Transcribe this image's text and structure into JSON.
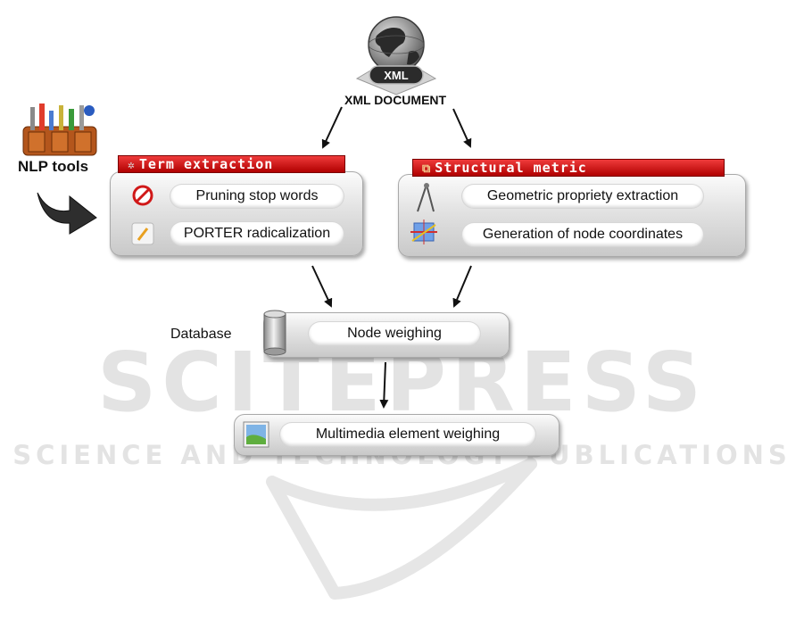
{
  "xml_badge": "XML",
  "xml_document": "XML DOCUMENT",
  "nlp_tools": "NLP tools",
  "term_extraction": {
    "title": "Term extraction",
    "items": [
      "Pruning stop words",
      "PORTER radicalization"
    ]
  },
  "structural_metric": {
    "title": "Structural metric",
    "items": [
      "Geometric propriety extraction",
      "Generation of node coordinates"
    ]
  },
  "database_label": "Database",
  "node_weighing": "Node weighing",
  "multimedia": "Multimedia element weighing",
  "watermark": {
    "big": "SCITEPRESS",
    "small": "SCIENCE AND TECHNOLOGY PUBLICATIONS"
  }
}
